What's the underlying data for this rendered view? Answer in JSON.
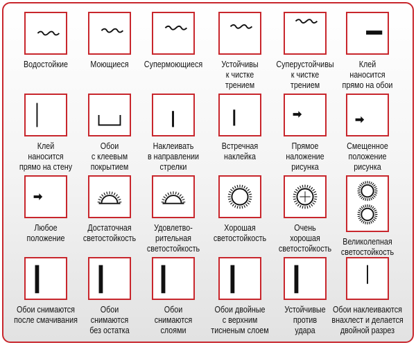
{
  "colors": {
    "border": "#c8262c",
    "icon": "#111111"
  },
  "symbols": [
    {
      "icon": "single-wave-icon",
      "lines": [
        "Водостойкие"
      ]
    },
    {
      "icon": "double-wave-icon",
      "lines": [
        "Моющиеся"
      ]
    },
    {
      "icon": "triple-wave-icon",
      "lines": [
        "Супермоющиеся"
      ]
    },
    {
      "icon": "wave-brush-icon",
      "lines": [
        "Устойчивы",
        "к чистке",
        "трением"
      ]
    },
    {
      "icon": "triple-wave-brush-icon",
      "lines": [
        "Суперустойчивы",
        "к чистке",
        "трением"
      ]
    },
    {
      "icon": "paste-on-wallpaper-icon",
      "lines": [
        "Клей",
        "наносится",
        "прямо на обои"
      ]
    },
    {
      "icon": "paste-on-wall-icon",
      "lines": [
        "Клей",
        "наносится",
        "прямо на стену"
      ]
    },
    {
      "icon": "prepasted-bucket-icon",
      "lines": [
        "Обои",
        "с клеевым",
        "покрытием"
      ]
    },
    {
      "icon": "arrow-up-icon",
      "lines": [
        "Наклеивать",
        "в направлении",
        "стрелки"
      ]
    },
    {
      "icon": "reverse-hanging-icon",
      "lines": [
        "Встречная",
        "наклейка"
      ]
    },
    {
      "icon": "straight-match-icon",
      "lines": [
        "Прямое",
        "наложение",
        "рисунка"
      ]
    },
    {
      "icon": "offset-match-icon",
      "lines": [
        "Смещенное",
        "положение",
        "рисунка"
      ]
    },
    {
      "icon": "free-match-icon",
      "lines": [
        "Любое",
        "положение"
      ]
    },
    {
      "icon": "half-sun-icon",
      "lines": [
        "Достаточная",
        "светостойкость"
      ]
    },
    {
      "icon": "half-sun-plus-icon",
      "lines": [
        "Удовлетво-",
        "рительная",
        "светостойкость"
      ]
    },
    {
      "icon": "sun-icon",
      "lines": [
        "Хорошая",
        "светостойкость"
      ]
    },
    {
      "icon": "sun-plus-icon",
      "lines": [
        "Очень",
        "хорошая",
        "светостойкость"
      ]
    },
    {
      "icon": "double-sun-icon",
      "lines": [
        "Великолепная",
        "светостойкость"
      ]
    },
    {
      "icon": "wet-strip-icon",
      "lines": [
        "Обои снимаются",
        "после смачивания"
      ]
    },
    {
      "icon": "dry-strip-icon",
      "lines": [
        "Обои",
        "снимаются",
        "без остатка"
      ]
    },
    {
      "icon": "peelable-icon",
      "lines": [
        "Обои",
        "снимаются",
        "слоями"
      ]
    },
    {
      "icon": "embossed-duplex-icon",
      "lines": [
        "Обои двойные",
        "с верхним",
        "тисненым слоем"
      ]
    },
    {
      "icon": "impact-resistant-icon",
      "lines": [
        "Устойчивые",
        "против",
        "удара"
      ]
    },
    {
      "icon": "double-cut-icon",
      "lines": [
        "Обои наклеиваются",
        "внахлест и делается",
        "двойной разрез"
      ]
    }
  ]
}
